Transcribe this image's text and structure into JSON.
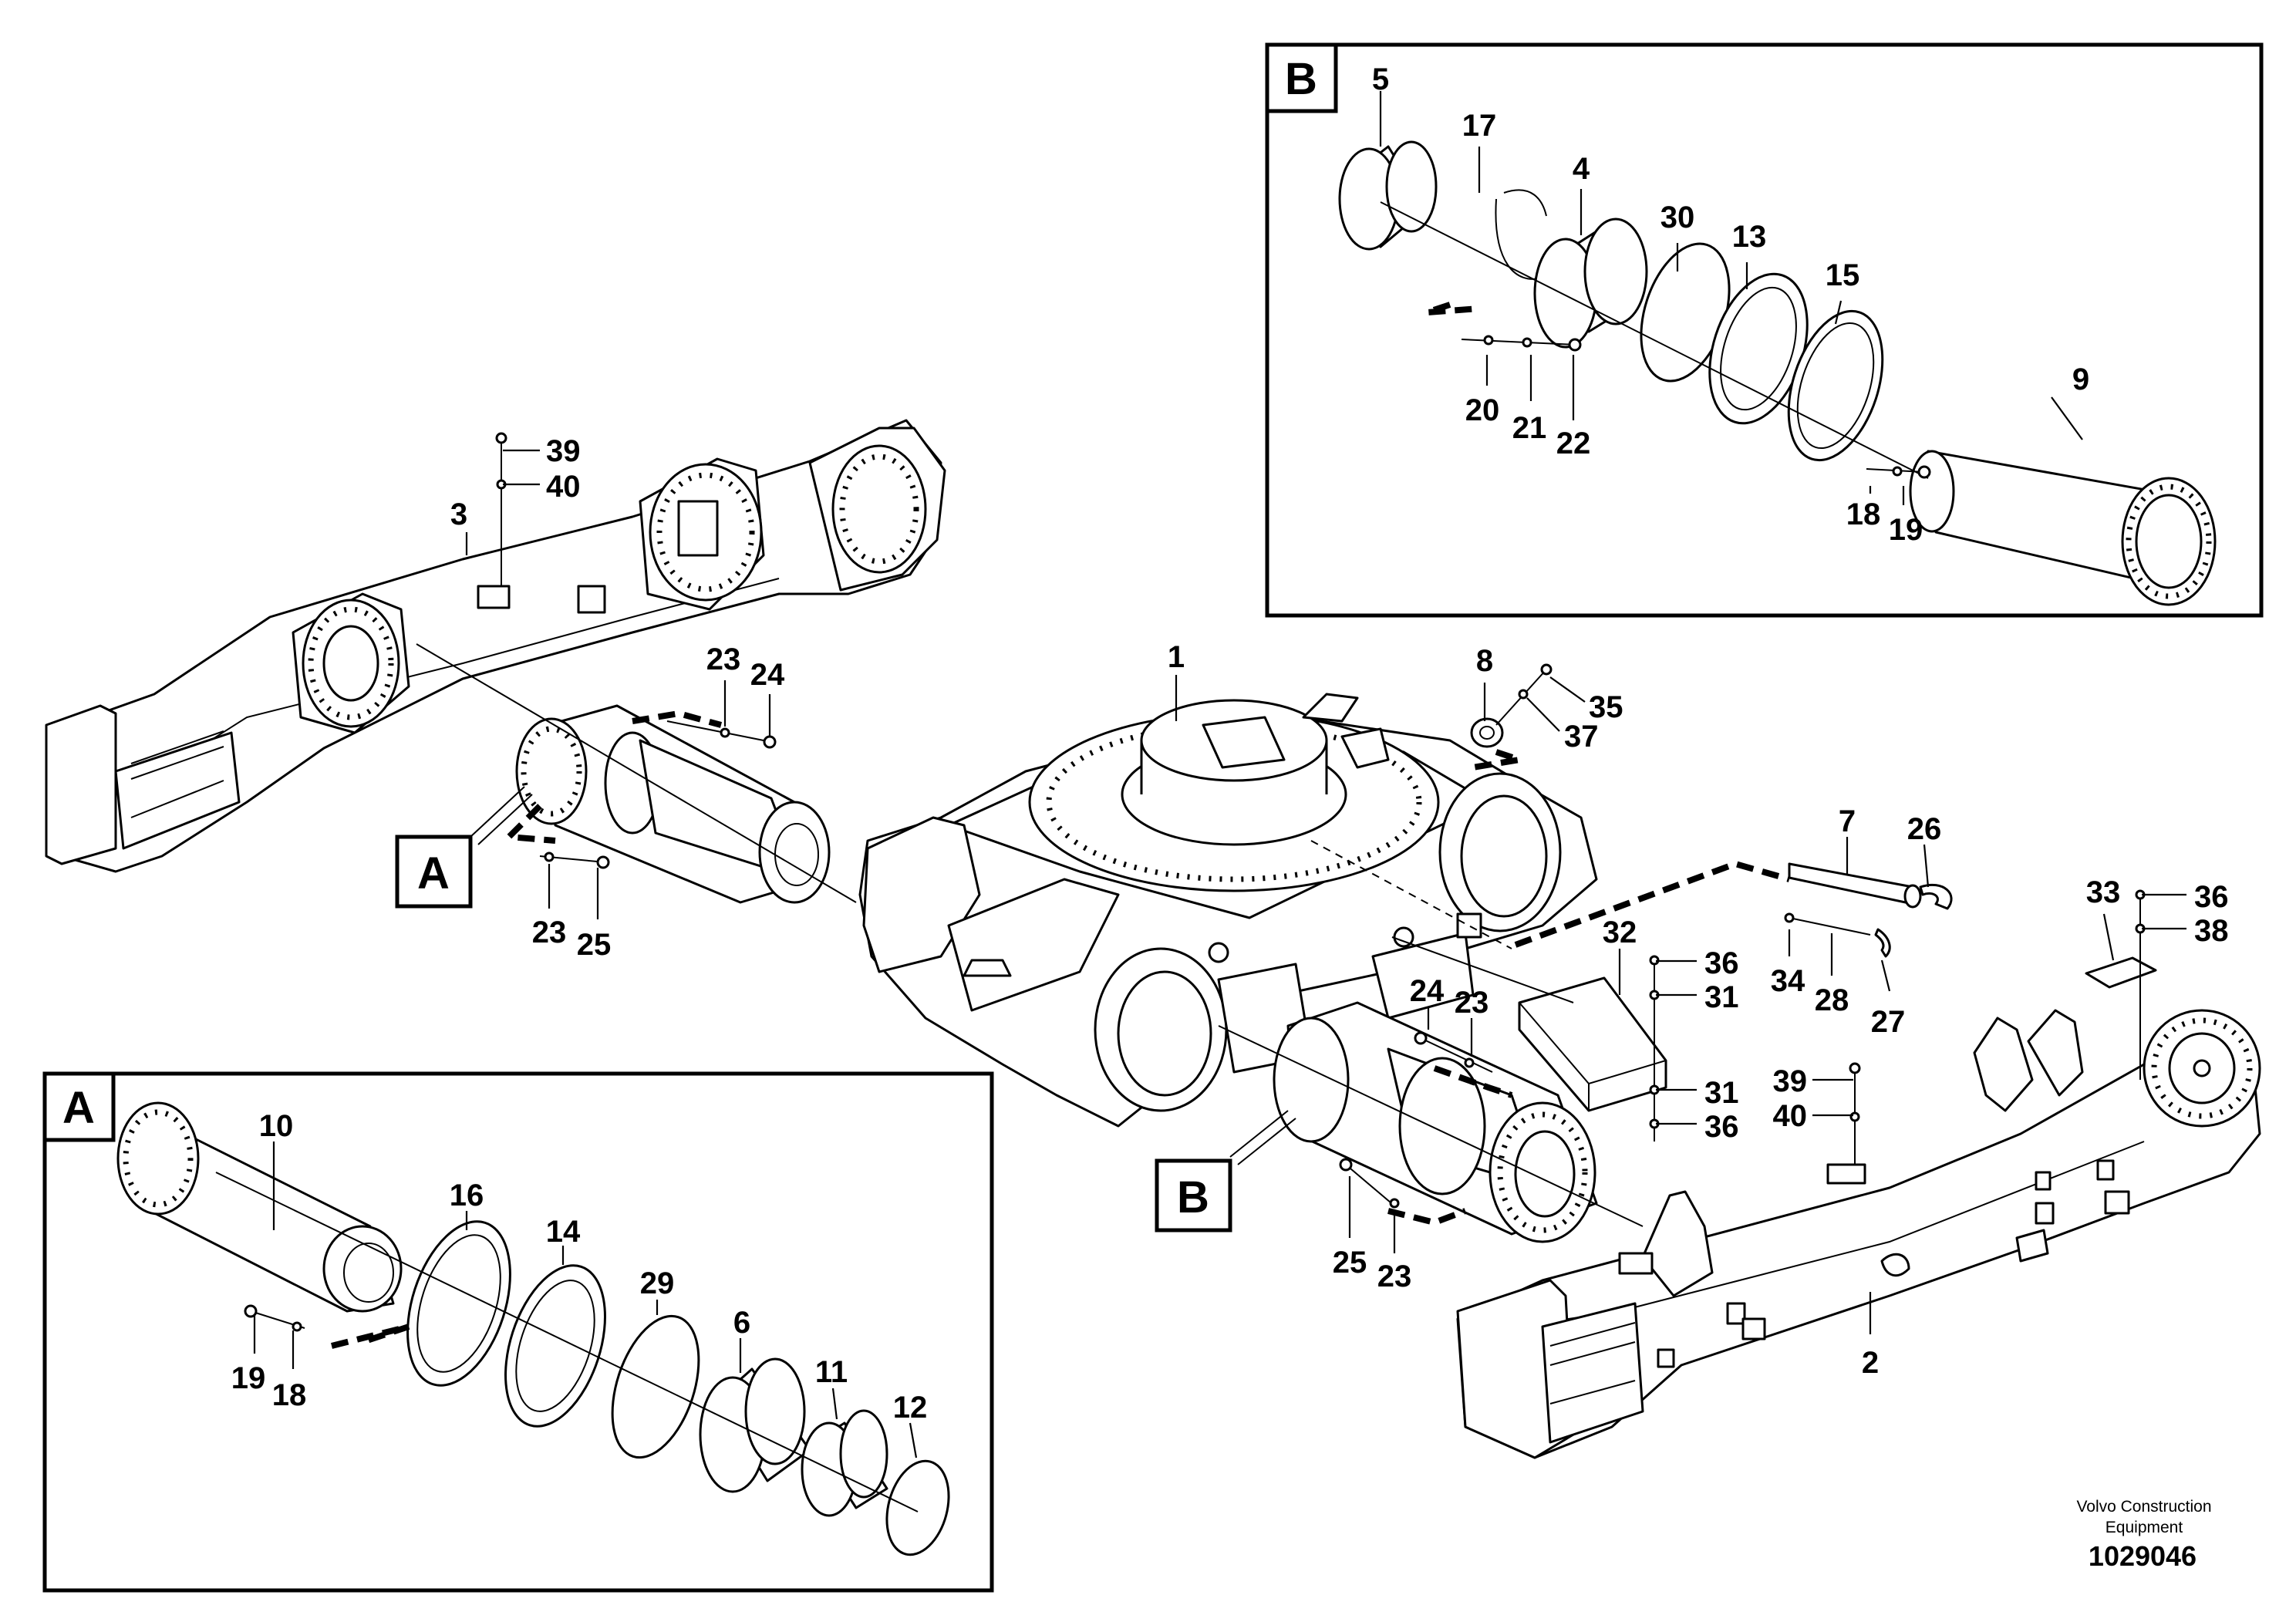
{
  "inset_b": {
    "tag": "B"
  },
  "inset_a": {
    "tag": "A"
  },
  "callouts": {
    "1": "1",
    "2": "2",
    "3": "3",
    "4": "4",
    "5": "5",
    "6": "6",
    "7": "7",
    "8": "8",
    "9": "9",
    "10": "10",
    "11": "11",
    "12": "12",
    "13": "13",
    "14": "14",
    "15": "15",
    "16": "16",
    "17": "17",
    "18a": "18",
    "18b": "18",
    "19a": "19",
    "19b": "19",
    "20": "20",
    "21": "21",
    "22": "22",
    "23a": "23",
    "23b": "23",
    "23c": "23",
    "23d": "23",
    "24a": "24",
    "24b": "24",
    "25a": "25",
    "25b": "25",
    "26": "26",
    "27": "27",
    "28": "28",
    "29": "29",
    "30": "30",
    "31a": "31",
    "31b": "31",
    "32": "32",
    "33": "33",
    "34": "34",
    "35": "35",
    "36a": "36",
    "36b": "36",
    "36c": "36",
    "37": "37",
    "38": "38",
    "39a": "39",
    "39b": "39",
    "40a": "40",
    "40b": "40"
  },
  "view_labels": {
    "a": "A",
    "b": "B"
  },
  "footer": {
    "company_line1": "Volvo Construction",
    "company_line2": "Equipment",
    "doc_number": "1029046"
  }
}
